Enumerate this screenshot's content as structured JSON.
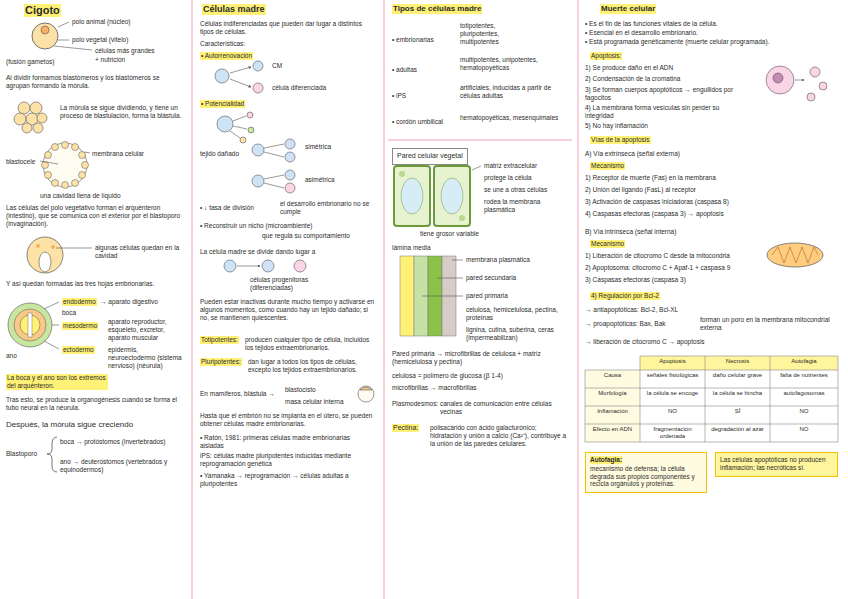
{
  "diagram": {
    "nodes": [
      {
        "text": [
          "Pared celular vegetal"
        ]
      },
      {
        "text": [
          "Autofagia:",
          "mecanismo de defensa; la célula degrada sus propios componentes y recicla orgánulos y proteínas."
        ]
      },
      {
        "text": [
          "Las células apoptóticas no producen inflamación; las necróticas sí."
        ]
      }
    ],
    "labels": [
      "Cigoto",
      "polo animal (núcleo)",
      "polo vegetal (vitelo)",
      "células más grandes",
      "+ nutrición",
      "(fusión gametos)",
      "Al dividir formamos blastómeros y los blastómeros se agrupan formando la mórula.",
      "La mórula se sigue dividiendo, y tiene un proceso de blastulación, forma la blástula.",
      "blastocele",
      "membrana celular",
      "una cavidad llena de líquido",
      "Las células del polo vegetativo forman el arquénteron (intestino), que se comunica con el exterior por el blastoporo (invaginación).",
      "algunas células quedan en la cavidad",
      "Y así quedan formadas las tres hojas embrionarias.",
      "endodermo",
      "→ aparato digestivo",
      "boca",
      "mesodermo",
      "aparato reproductor, esqueleto, excretor, aparato muscular",
      "ectodermo",
      "epidermis, neuroectodermo (sistema nervioso) (néurula)",
      "ano",
      "La boca y el ano son los extremos del arquénteron.",
      "Tras esto, se produce la organogénesis cuando se forma el tubo neural en la néurula.",
      "Después, la mórula sigue creciendo",
      "Blastoporo",
      "boca → protóstomos (invertebrados)",
      "ano → deuteróstomos (vertebrados y equinodermos)",
      "Células madre",
      "Células indiferenciadas que pueden dar lugar a distintos tipos de células.",
      "Características:",
      "• Autorrenovación",
      "CM",
      "célula diferenciada",
      "• Potencialidad",
      "tejido dañado",
      "simétrica",
      "asimétrica",
      "• ↓ tasa de división",
      "el desarrollo embrionario no se cumple",
      "• Reconstruir un nicho (microambiente)",
      "que regula su comportamiento",
      "La célula madre se divide dando lugar a",
      "células progenitoras (diferenciadas)",
      "Pueden estar inactivas durante mucho tiempo y activarse en algunos momentos, como cuando hay un tejido dañado; si no, se mantienen quiescentes.",
      "Totipotentes:",
      "producen cualquier tipo de célula, incluidos los tejidos extraembrionarios.",
      "Pluripotentes:",
      "dan lugar a todos los tipos de células, excepto los tejidos extraembrionarios.",
      "En mamíferos, blástula →",
      "blastocisto",
      "masa celular interna",
      "Hasta que el embrión no se implanta en el útero, se pueden obtener células madre embrionarias.",
      "• Ratón, 1981: primeras células madre embrionarias aisladas",
      "iPS: células madre pluripotentes inducidas mediante reprogramación genética",
      "• Yamanaka → reprogramación → células adultas a pluripotentes",
      "Tipos de células madre",
      "• embrionarias",
      "totipotentes, pluripotentes, multipotentes",
      "• adultas",
      "multipotentes, unipotentes, hematopoyéticas",
      "• iPS",
      "artificiales, inducidas a partir de células adultas",
      "• cordón umbilical",
      "hematopoyéticas, mesenquimales",
      "matriz extracelular",
      "protege la célula",
      "se une a otras células",
      "rodea la membrana plasmática",
      "tiene grosor variable",
      "lámina media",
      "membrana plasmática",
      "pared secundaria",
      "pared primaria",
      "celulosa, hemicelulosa, pectina, proteínas",
      "lignina, cutina, suberina, ceras (impermeabilizan)",
      "Pared primaria → microfibrillas de celulosa + matriz (hemicelulosa y pectina)",
      "celulosa = polímero de glucosa (β 1-4)",
      "microfibrillas → macrofibrillas",
      "Plasmodesmos:",
      "canales de comunicación entre células vecinas",
      "Pectina:",
      "polisacárido con ácido galacturónico; hidratación y unión a calcio (Ca²⁺), contribuye a la unión de las paredes celulares.",
      "Muerte celular",
      "• Es el fin de las funciones vitales de la célula.",
      "• Esencial en el desarrollo embrionario.",
      "• Está programada genéticamente (muerte celular programada).",
      "Apoptosis:",
      "1) Se produce daño en el ADN",
      "2) Condensación de la cromatina",
      "3) Se forman cuerpos apoptóticos → engullidos por fagocitos",
      "4) La membrana forma vesículas sin perder su integridad",
      "5) No hay inflamación",
      "Vías de la apoptosis",
      "A) Vía extrínseca (señal externa)",
      "Mecanismo",
      "1) Receptor de muerte (Fas) en la membrana",
      "2) Unión del ligando (FasL) al receptor",
      "3) Activación de caspasas iniciadoras (caspasa 8)",
      "4) Caspasas efectoras (caspasa 3) → apoptosis",
      "B) Vía intrínseca (señal interna)",
      "Mecanismo",
      "1) Liberación de citocromo C desde la mitocondria",
      "2) Apoptosoma: citocromo C + Apaf-1 + caspasa 9",
      "3) Caspasas efectoras (caspasa 3)",
      "4) Regulación por Bcl-2",
      "→ antiapoptóticas: Bcl-2, Bcl-XL",
      "→ proapoptóticas: Bax, Bak",
      "forman un poro en la membrana mitocondrial externa",
      "→ liberación de citocromo C → apoptosis",
      "Apoptosis",
      "Necrosis",
      "Autofagia",
      "Causa",
      "señales fisiológicas",
      "daño celular grave",
      "falta de nutrientes",
      "Morfología",
      "la célula se encoge",
      "la célula se hincha",
      "autofagosomas",
      "Inflamación",
      "NO",
      "SÍ",
      "NO",
      "Efecto en ADN",
      "fragmentación ordenada",
      "degradación al azar",
      "NO"
    ]
  }
}
